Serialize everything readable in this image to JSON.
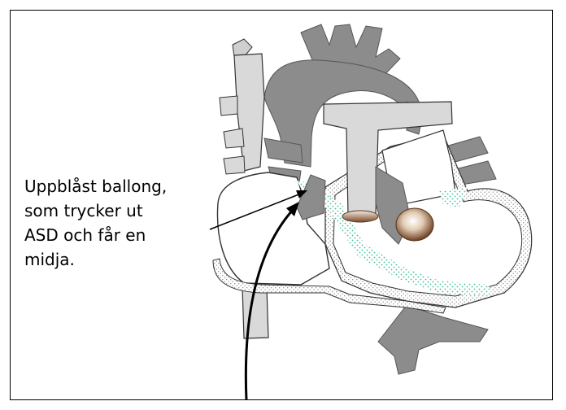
{
  "caption": {
    "lines": [
      "Uppblåst ballong,",
      "som trycker ut",
      "ASD och får en",
      "midja."
    ]
  },
  "colors": {
    "vessel_gray": "#8c8c8c",
    "light_gray": "#d9d9d9",
    "wall_dots": "#9a9a9a",
    "septum_teal": "#3fbfa0",
    "balloon_brown": "#7a4a2a",
    "balloon_light": "#e8d3bd",
    "stroke": "#000000"
  },
  "icons": [
    "balloon-icon",
    "catheter-arrow-icon",
    "pointer-arrow-icon"
  ]
}
